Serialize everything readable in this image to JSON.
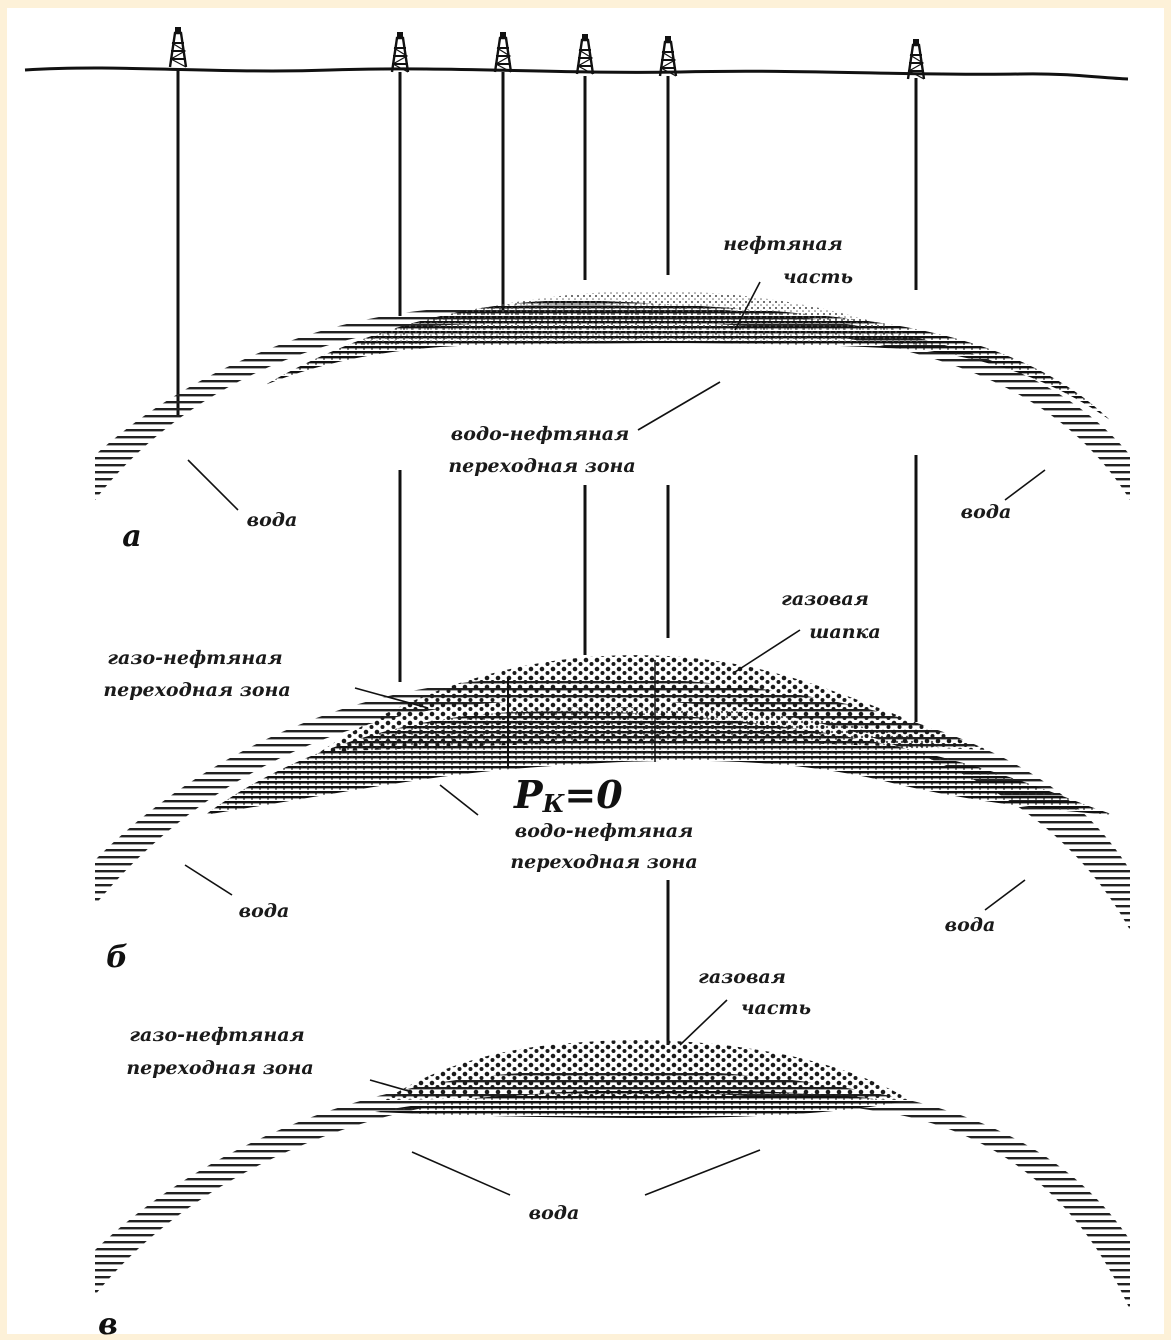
{
  "colors": {
    "background": "#fdf1d8",
    "paper": "#ffffff",
    "ink": "#1a1a1a"
  },
  "panel_a": {
    "letter": "а",
    "oil_label": [
      "нефтяная",
      "часть"
    ],
    "transition_label": [
      "водо-нефтяная",
      "переходная зона"
    ],
    "water_left": "вода",
    "water_right": "вода"
  },
  "panel_b": {
    "letter": "б",
    "gas_cap_label": [
      "газовая",
      "шапка"
    ],
    "gas_oil_label": [
      "газо-нефтяная",
      "переходная зона"
    ],
    "pk_main": "P",
    "pk_sub": "К",
    "pk_rest": "=0",
    "transition_label": [
      "водо-нефтяная",
      "переходная зона"
    ],
    "water_left": "вода",
    "water_right": "вода"
  },
  "panel_c": {
    "letter": "в",
    "gas_label": [
      "газовая",
      "часть"
    ],
    "gas_oil_label": [
      "газо-нефтяная",
      "переходная зона"
    ],
    "water_label": "вода"
  }
}
